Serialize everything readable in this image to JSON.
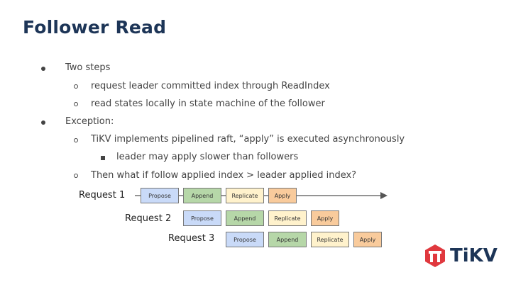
{
  "title": "Follower Read",
  "bullets": {
    "b1": "Two steps",
    "b1_1": "request leader committed index through ReadIndex",
    "b1_2": "read states locally in state machine of the follower",
    "b2": "Exception:",
    "b2_1": "TiKV implements pipelined raft, “apply” is executed asynchronously",
    "b2_1_1": "leader may apply slower than followers",
    "b2_2": "Then what if follow applied index > leader applied index?"
  },
  "diagram": {
    "requests": [
      {
        "label": "Request 1",
        "stages": [
          "Propose",
          "Append",
          "Replicate",
          "Apply"
        ]
      },
      {
        "label": "Request 2",
        "stages": [
          "Propose",
          "Append",
          "Replicate",
          "Apply"
        ]
      },
      {
        "label": "Request 3",
        "stages": [
          "Propose",
          "Append",
          "Replicate",
          "Apply"
        ]
      }
    ]
  },
  "logo": {
    "text": "TiKV"
  },
  "colors": {
    "title": "#1d3557",
    "propose": "#c9daf8",
    "append": "#b6d7a8",
    "replicate": "#fff2cc",
    "apply": "#f9cb9c",
    "logo_red": "#e0383e"
  }
}
